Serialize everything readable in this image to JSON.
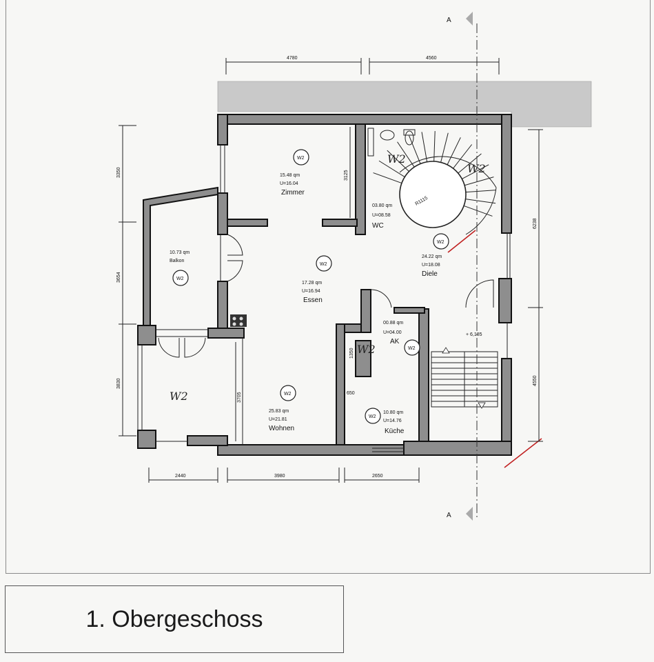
{
  "plan": {
    "section_marker": "A",
    "dimensions_top": [
      "4780",
      "4560"
    ],
    "dimensions_bottom": [
      "2440",
      "3980",
      "2650"
    ],
    "dimensions_left": [
      "3350",
      "3654",
      "3830"
    ],
    "dimensions_right": [
      "6238",
      "4550"
    ],
    "dimensions_inner": [
      "3125",
      "3705",
      "1350",
      "650"
    ],
    "stair_radius": "R1115",
    "level": "+ 6,185",
    "rooms": [
      {
        "area": "15.48 qm",
        "u": "U=16.04",
        "name": "Zimmer",
        "tag": "W2"
      },
      {
        "area": "03.80 qm",
        "u": "U=08.58",
        "name": "WC",
        "tag": ""
      },
      {
        "area": "24.22 qm",
        "u": "U=18.08",
        "name": "Diele",
        "tag": "W2"
      },
      {
        "area": "10.73 qm",
        "u": "",
        "name": "Balkon",
        "tag": "W2"
      },
      {
        "area": "17.28 qm",
        "u": "U=16.94",
        "name": "Essen",
        "tag": "W2"
      },
      {
        "area": "00.88 qm",
        "u": "U=04.00",
        "name": "AK",
        "tag": "W2"
      },
      {
        "area": "25.83 qm",
        "u": "U=21.81",
        "name": "Wohnen",
        "tag": "W2"
      },
      {
        "area": "10.80 qm",
        "u": "U=14.76",
        "name": "Küche",
        "tag": "W2"
      }
    ],
    "handwritten": [
      "W2",
      "W2",
      "W2",
      "W2"
    ]
  },
  "title": "1. Obergeschoss"
}
